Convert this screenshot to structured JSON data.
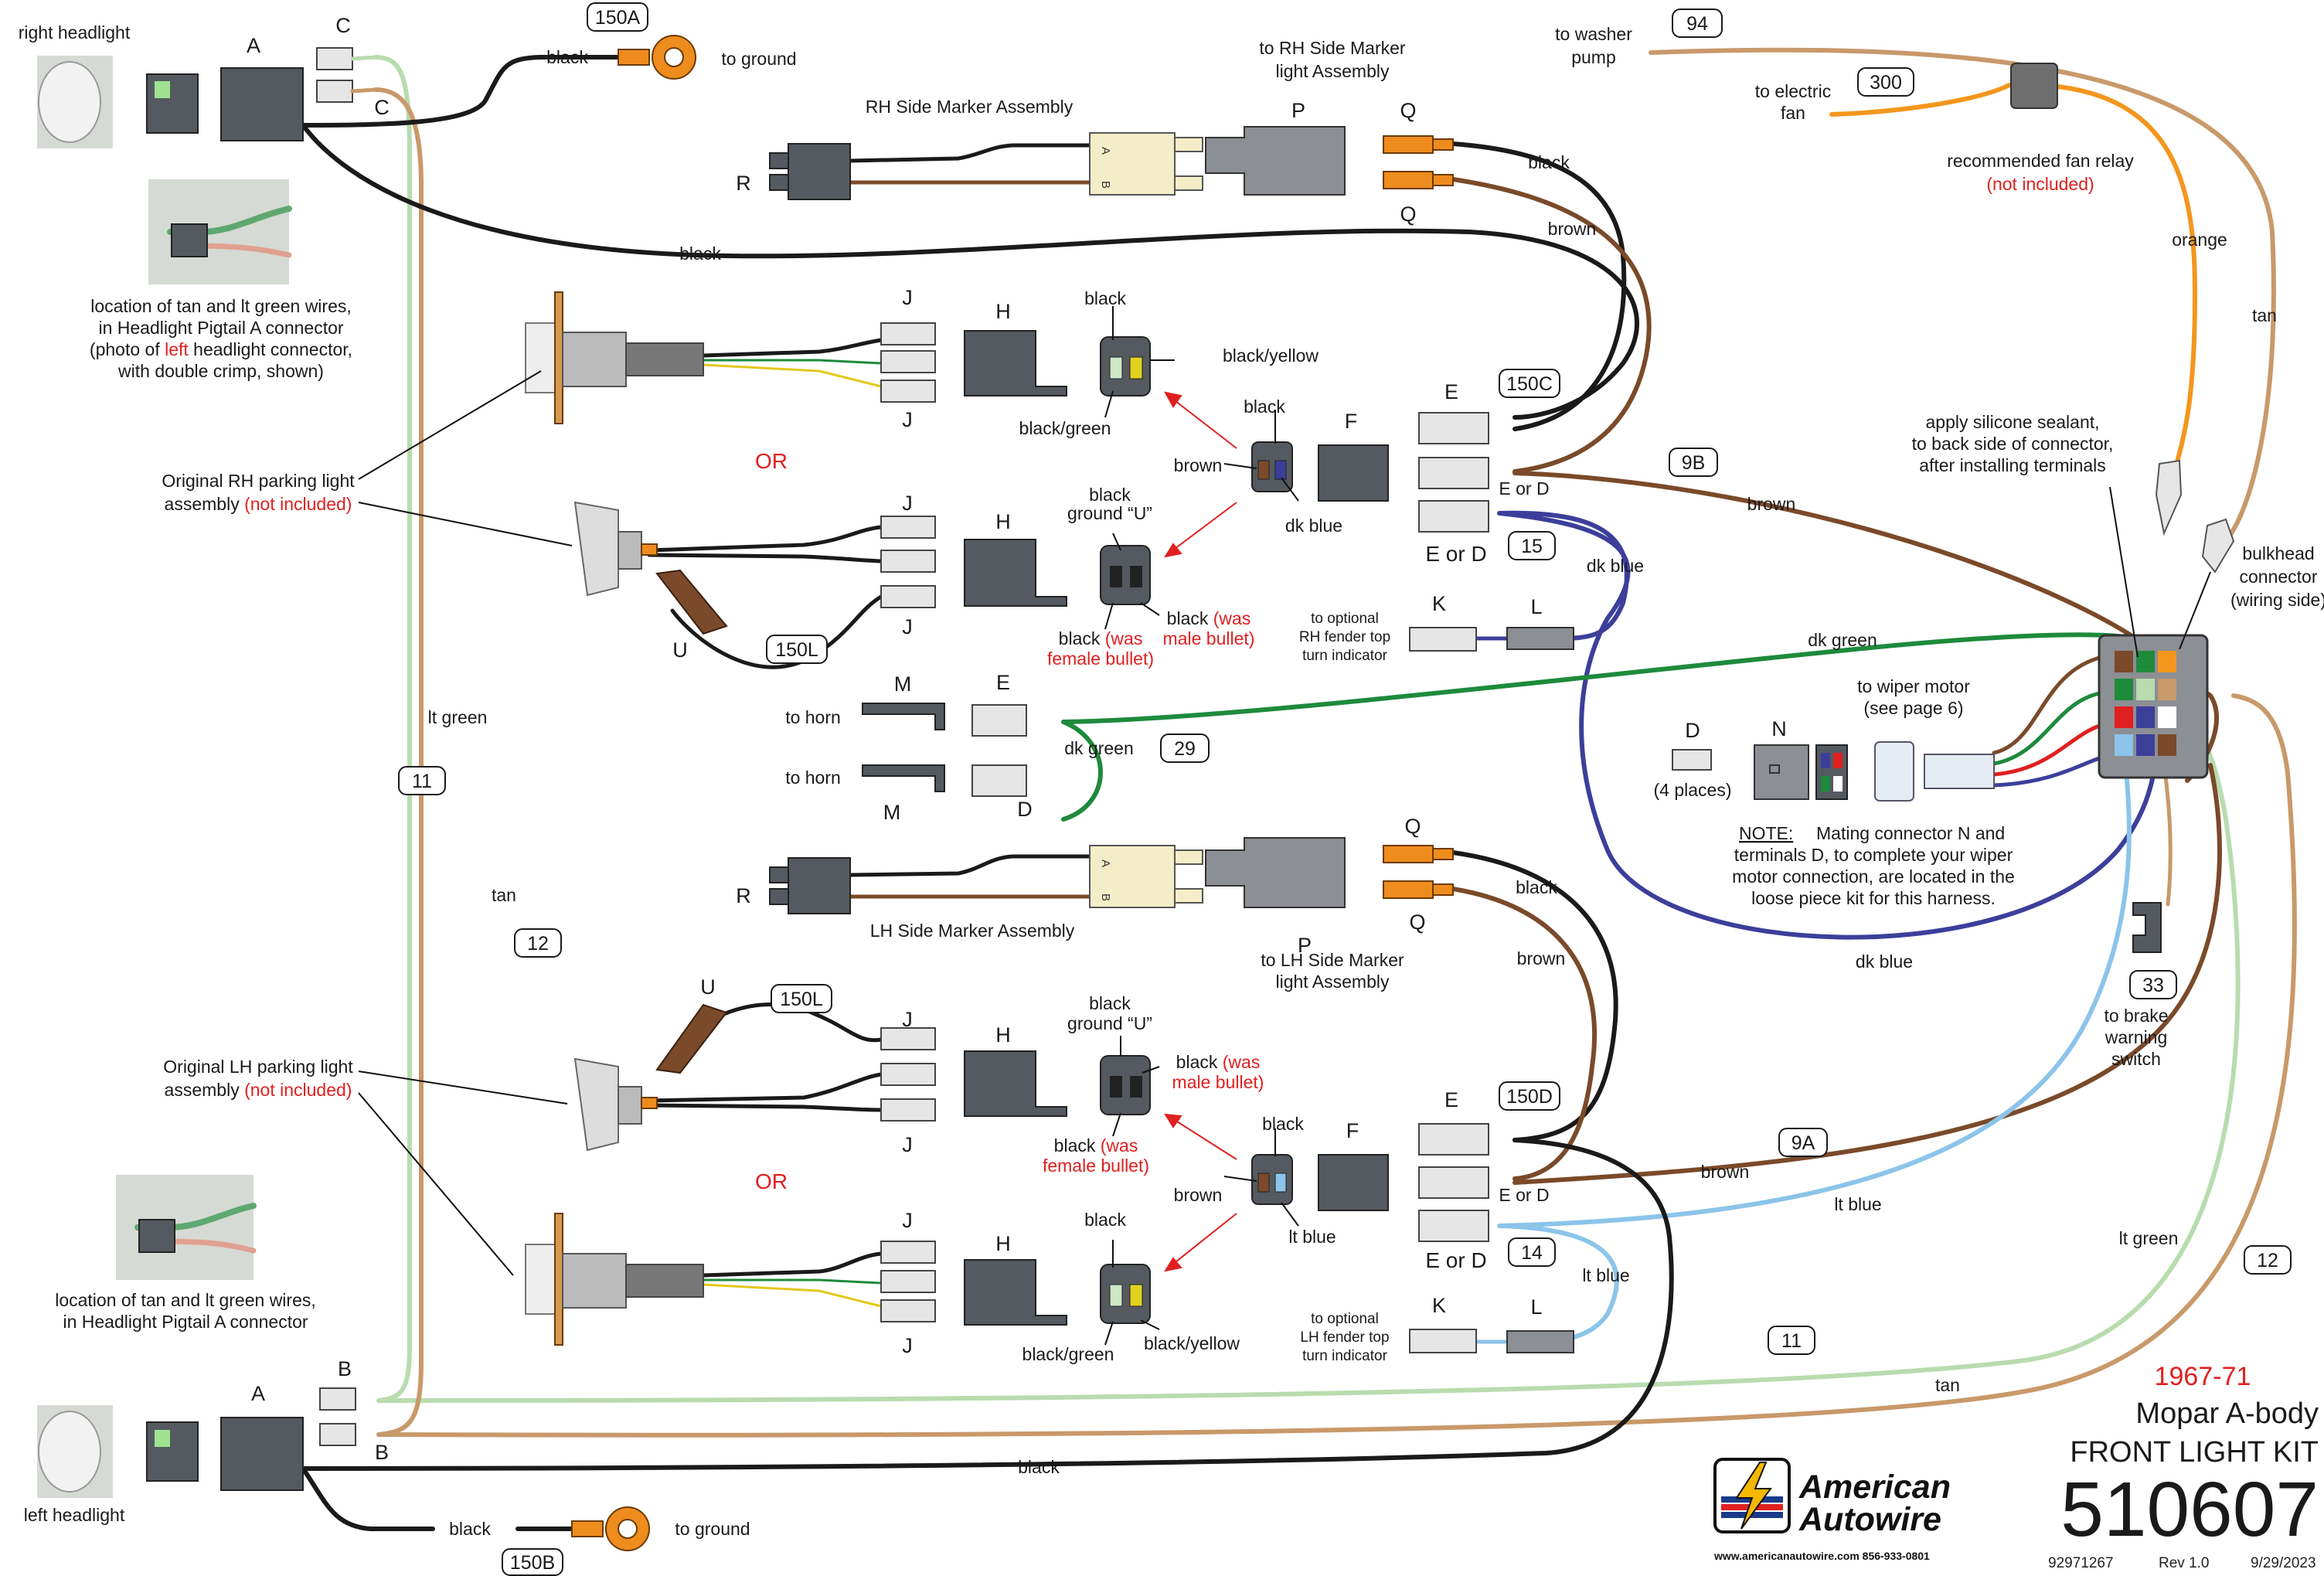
{
  "title": {
    "year_range": "1967-71",
    "model": "Mopar A-body",
    "kit_name": "FRONT LIGHT KIT",
    "part_number": "510607",
    "doc_number": "92971267",
    "revision": "Rev 1.0",
    "date": "9/29/2023"
  },
  "logo": {
    "line1": "American",
    "line2": "Autowire",
    "url_phone": "www.americanautowire.com   856-933-0801"
  },
  "headlights": {
    "right_label": "right headlight",
    "left_label": "left headlight"
  },
  "photo_notes": {
    "rh_line1": "location of tan and lt green wires,",
    "rh_line2": "in Headlight Pigtail A connector",
    "rh_line3_pre": "(photo of ",
    "rh_line3_red": "left",
    "rh_line3_post": " headlight connector,",
    "rh_line4": "with double crimp, shown)",
    "lh_line1": "location of tan and lt green wires,",
    "lh_line2": "in Headlight Pigtail A connector"
  },
  "parking": {
    "rh_line1": "Original RH parking light",
    "rh_line2": "assembly",
    "lh_line1": "Original LH parking light",
    "lh_line2": "assembly",
    "not_included": "(not included)",
    "or": "OR"
  },
  "side_markers": {
    "rh_assembly": "RH Side Marker Assembly",
    "lh_assembly": "LH Side Marker Assembly",
    "to_rh_line1": "to RH Side Marker",
    "to_rh_line2": "light Assembly",
    "to_lh_line1": "to LH Side Marker",
    "to_lh_line2": "light Assembly"
  },
  "connector_letters": {
    "A": "A",
    "B": "B",
    "C": "C",
    "D": "D",
    "E": "E",
    "F": "F",
    "H": "H",
    "J": "J",
    "K": "K",
    "L": "L",
    "M": "M",
    "N": "N",
    "P": "P",
    "Q": "Q",
    "R": "R",
    "U": "U",
    "E_or_D": "E or D"
  },
  "pins": {
    "a": "A",
    "b": "B"
  },
  "circuit_tags": [
    "150A",
    "150C",
    "150D",
    "150L",
    "150B",
    "94",
    "300",
    "9B",
    "15",
    "29",
    "11",
    "12",
    "33",
    "9A",
    "14"
  ],
  "wire_labels": {
    "black": "black",
    "brown": "brown",
    "tan": "tan",
    "lt_green": "lt green",
    "dk_green": "dk green",
    "dk_blue": "dk blue",
    "lt_blue": "lt blue",
    "orange": "orange",
    "black_yellow": "black/yellow",
    "black_green": "black/green",
    "black_ground_u": "ground “U”",
    "was_female": "(was",
    "was_female2": "female bullet)",
    "was_male": "(was",
    "was_male2": "male bullet)"
  },
  "destinations": {
    "to_ground": "to ground",
    "to_washer_line1": "to washer",
    "to_washer_line2": "pump",
    "to_fan_line1": "to electric",
    "to_fan_line2": "fan",
    "fan_relay_line1": "recommended fan relay",
    "fan_relay_line2": "(not included)",
    "to_horn": "to horn",
    "rh_fender_line1": "to optional",
    "rh_fender_line2": "RH fender top",
    "rh_fender_line3": "turn indicator",
    "lh_fender_line1": "to optional",
    "lh_fender_line2": "LH fender top",
    "lh_fender_line3": "turn indicator",
    "wiper_line1": "to wiper motor",
    "wiper_line2": "(see page 6)",
    "d_four_places": "(4 places)",
    "brake_line1": "to brake",
    "brake_line2": "warning",
    "brake_line3": "switch"
  },
  "bulkhead": {
    "sealant_line1": "apply silicone sealant,",
    "sealant_line2": "to back side of connector,",
    "sealant_line3": "after installing terminals",
    "label_line1": "bulkhead",
    "label_line2": "connector",
    "label_line3": "(wiring side)"
  },
  "note": {
    "heading": "NOTE:",
    "line1": "Mating connector N and",
    "line2": "terminals D, to complete your wiper",
    "line3": "motor connection, are located in the",
    "line4": "loose piece kit for this harness."
  },
  "colors": {
    "black_wire": "#1a1a1a",
    "brown_wire": "#7a4a2a",
    "tan_wire": "#c8996a",
    "lt_green_wire": "#b8dcae",
    "dk_green_wire": "#1e8a3c",
    "dk_blue_wire": "#3c3f9a",
    "lt_blue_wire": "#8cc4ea",
    "orange_wire": "#f4961e",
    "red_text": "#e02020"
  }
}
